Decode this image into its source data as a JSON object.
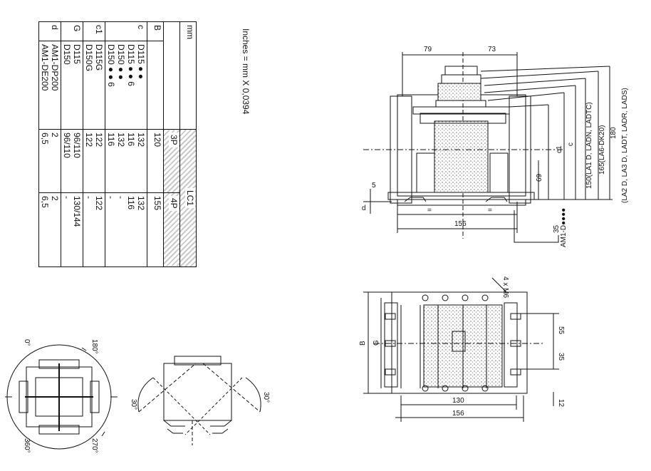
{
  "units_note": "Inches = mm X 0,0394",
  "table": {
    "unit": "mm",
    "header_group": "LC1",
    "columns": [
      "3P",
      "4P"
    ],
    "rows": [
      {
        "label": "B",
        "items": [
          {
            "name": "",
            "v3": "120",
            "v4": "155"
          }
        ]
      },
      {
        "label": "c",
        "items": [
          {
            "name": "D115 ● ●",
            "v3": "132",
            "v4": "132"
          },
          {
            "name": "D115 ● ● 6",
            "v3": "116",
            "v4": "116"
          },
          {
            "name": "D150 ● ●",
            "v3": "132",
            "v4": "-"
          },
          {
            "name": "D150 ● ● 6",
            "v3": "116",
            "v4": "-"
          }
        ]
      },
      {
        "label": "c1",
        "items": [
          {
            "name": "D115G",
            "v3": "122",
            "v4": "122"
          },
          {
            "name": "D150G",
            "v3": "122",
            "v4": "-"
          }
        ]
      },
      {
        "label": "G",
        "items": [
          {
            "name": "D115",
            "v3": "96/110",
            "v4": "130/144"
          },
          {
            "name": "D150",
            "v3": "96/110",
            "v4": "-"
          }
        ]
      },
      {
        "label": "d",
        "items": [
          {
            "name": "AM1-DP200",
            "v3": "2",
            "v4": "2"
          },
          {
            "name": "AM1-DE200",
            "v3": "6,5",
            "v4": "6,5"
          }
        ]
      }
    ]
  },
  "side_view": {
    "dim_left": "79",
    "dim_right": "73",
    "dim_bottom": "156",
    "eq_left": "=",
    "eq_right": "=",
    "v_5": "5",
    "v_d": "d",
    "v_69": "69",
    "v_c1": "c1",
    "v_c": "c",
    "lead_150": "150(LA1 D, LADN, LADTC)",
    "lead_165": "165(LA6-DK20)",
    "lead_180": "180",
    "lead_top": "(LA2 D, LA3 D, LADT, LADR, LADS)",
    "rail_label": "AM1-D●●●●",
    "rail_35": "35"
  },
  "front_view": {
    "hole_label": "4 x M6",
    "dim_b": "B",
    "dim_g": "G",
    "dim_55": "55",
    "dim_35": "35",
    "dim_130": "130",
    "dim_156": "156",
    "dim_12": "12"
  },
  "mount_view": {
    "angle_0": "0°",
    "angle_180": "180°",
    "angle_360": "360°",
    "angle_270": "270°"
  },
  "tilt_view": {
    "left": "30°",
    "right": "30°"
  }
}
